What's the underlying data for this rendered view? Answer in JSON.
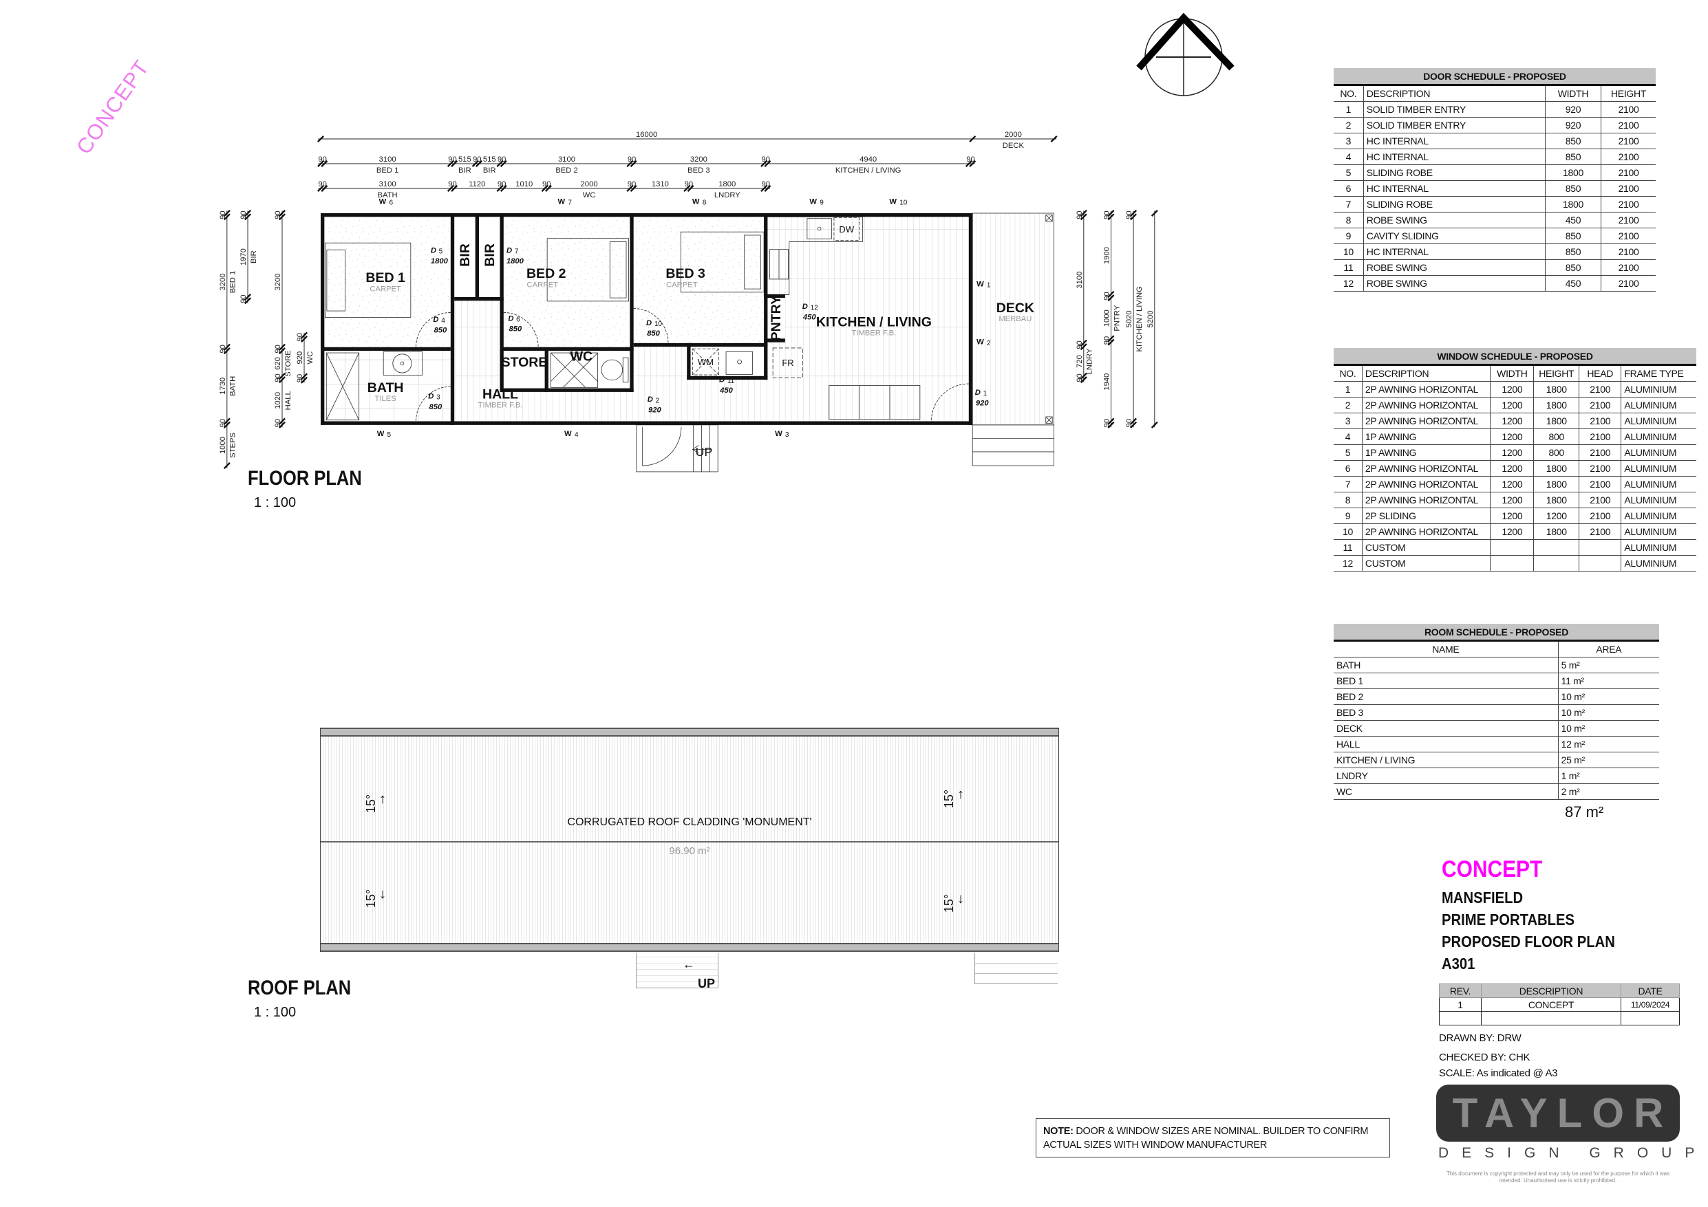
{
  "watermark": "CONCEPT",
  "floor_plan": {
    "title": "FLOOR PLAN",
    "scale": "1 : 100",
    "rooms": {
      "bed1": {
        "name": "BED 1",
        "finish": "CARPET"
      },
      "bir_a": {
        "name": "BIR"
      },
      "bir_b": {
        "name": "BIR"
      },
      "bed2": {
        "name": "BED 2",
        "finish": "CARPET"
      },
      "bed3": {
        "name": "BED 3",
        "finish": "CARPET"
      },
      "pantry": {
        "name": "PNTRY"
      },
      "kitchen": {
        "name": "KITCHEN / LIVING",
        "finish": "TIMBER F.B."
      },
      "deck": {
        "name": "DECK",
        "finish": "MERBAU"
      },
      "bath": {
        "name": "BATH",
        "finish": "TILES"
      },
      "hall": {
        "name": "HALL",
        "finish": "TIMBER F.B."
      },
      "store": {
        "name": "STORE"
      },
      "wc": {
        "name": "WC"
      }
    },
    "fixtures": {
      "dishwasher": "DW",
      "washing_machine": "WM",
      "fridge": "FR",
      "steps_up": "UP"
    },
    "windows": [
      {
        "tag": "W",
        "num": "1"
      },
      {
        "tag": "W",
        "num": "2"
      },
      {
        "tag": "W",
        "num": "3"
      },
      {
        "tag": "W",
        "num": "4"
      },
      {
        "tag": "W",
        "num": "5"
      },
      {
        "tag": "W",
        "num": "6"
      },
      {
        "tag": "W",
        "num": "7"
      },
      {
        "tag": "W",
        "num": "8"
      },
      {
        "tag": "W",
        "num": "9"
      },
      {
        "tag": "W",
        "num": "10"
      }
    ],
    "doors": [
      {
        "tag": "D",
        "num": "1",
        "width": "920"
      },
      {
        "tag": "D",
        "num": "2",
        "width": "920"
      },
      {
        "tag": "D",
        "num": "3",
        "width": "850"
      },
      {
        "tag": "D",
        "num": "4",
        "width": "850"
      },
      {
        "tag": "D",
        "num": "5",
        "width": "1800"
      },
      {
        "tag": "D",
        "num": "6",
        "width": "850"
      },
      {
        "tag": "D",
        "num": "7",
        "width": "1800"
      },
      {
        "tag": "D",
        "num": "10",
        "width": "850"
      },
      {
        "tag": "D",
        "num": "11",
        "width": "450"
      },
      {
        "tag": "D",
        "num": "12",
        "width": "450"
      }
    ],
    "dimensions": {
      "horizontal": [
        {
          "segments": [
            {
              "value": 16000,
              "label": ""
            },
            {
              "value": 2000,
              "label": "DECK"
            }
          ]
        },
        {
          "segments": [
            {
              "value": 90,
              "label": ""
            },
            {
              "value": 3100,
              "label": "BED 1"
            },
            {
              "value": 90,
              "label": ""
            },
            {
              "value": 515,
              "label": "BIR"
            },
            {
              "value": 90,
              "label": ""
            },
            {
              "value": 515,
              "label": "BIR"
            },
            {
              "value": 90,
              "label": ""
            },
            {
              "value": 3100,
              "label": "BED 2"
            },
            {
              "value": 90,
              "label": ""
            },
            {
              "value": 3200,
              "label": "BED 3"
            },
            {
              "value": 90,
              "label": ""
            },
            {
              "value": 4940,
              "label": "KITCHEN / LIVING"
            },
            {
              "value": 90,
              "label": ""
            }
          ]
        },
        {
          "segments": [
            {
              "value": 90,
              "label": ""
            },
            {
              "value": 3100,
              "label": "BATH"
            },
            {
              "value": 90,
              "label": ""
            },
            {
              "value": 1120,
              "label": ""
            },
            {
              "value": 90,
              "label": ""
            },
            {
              "value": 1010,
              "label": ""
            },
            {
              "value": 90,
              "label": ""
            },
            {
              "value": 2000,
              "label": "WC"
            },
            {
              "value": 90,
              "label": ""
            },
            {
              "value": 1310,
              "label": ""
            },
            {
              "value": 90,
              "label": ""
            },
            {
              "value": 1800,
              "label": "LNDRY"
            },
            {
              "value": 90,
              "label": ""
            }
          ]
        }
      ],
      "vertical": [
        {
          "segments": [
            {
              "value": 90,
              "label": ""
            },
            {
              "value": 3200,
              "label": "BED 1"
            },
            {
              "value": 90,
              "label": ""
            },
            {
              "value": 1730,
              "label": "BATH"
            },
            {
              "value": 90,
              "label": ""
            },
            {
              "value": 1000,
              "label": "STEPS"
            }
          ]
        },
        {
          "segments": [
            {
              "value": 90,
              "label": ""
            },
            {
              "value": 1970,
              "label": "BIR"
            },
            {
              "value": 90,
              "label": ""
            }
          ]
        },
        {
          "segments": [
            {
              "value": 90,
              "label": ""
            },
            {
              "value": 3200,
              "label": ""
            },
            {
              "value": 90,
              "label": ""
            },
            {
              "value": 620,
              "label": "STORE"
            },
            {
              "value": 90,
              "label": ""
            },
            {
              "value": 1020,
              "label": "HALL"
            },
            {
              "value": 90,
              "label": ""
            }
          ]
        },
        {
          "segments": [
            {
              "value": 90,
              "label": ""
            },
            {
              "value": 920,
              "label": "WC"
            },
            {
              "value": 90,
              "label": ""
            }
          ]
        },
        {
          "segments": [
            {
              "value": 90,
              "label": ""
            },
            {
              "value": 3100,
              "label": ""
            },
            {
              "value": 90,
              "label": ""
            },
            {
              "value": 720,
              "label": "LNDRY"
            },
            {
              "value": 90,
              "label": ""
            }
          ]
        },
        {
          "segments": [
            {
              "value": 90,
              "label": ""
            },
            {
              "value": 1900,
              "label": ""
            },
            {
              "value": 90,
              "label": ""
            },
            {
              "value": 1000,
              "label": "PNTRY"
            },
            {
              "value": 90,
              "label": ""
            },
            {
              "value": 1940,
              "label": ""
            },
            {
              "value": 90,
              "label": ""
            }
          ]
        },
        {
          "segments": [
            {
              "value": 90,
              "label": ""
            },
            {
              "value": 5020,
              "label": "KITCHEN / LIVING"
            },
            {
              "value": 90,
              "label": ""
            }
          ]
        },
        {
          "segments": [
            {
              "value": 5200,
              "label": ""
            }
          ]
        }
      ]
    }
  },
  "roof_plan": {
    "title": "ROOF PLAN",
    "scale": "1 : 100",
    "cladding": "CORRUGATED ROOF CLADDING 'MONUMENT'",
    "area": "96.90 m²",
    "pitch": "15°",
    "steps_up": "UP"
  },
  "door_schedule": {
    "title": "DOOR SCHEDULE - PROPOSED",
    "headers": [
      "NO.",
      "DESCRIPTION",
      "WIDTH",
      "HEIGHT"
    ],
    "rows": [
      [
        "1",
        "SOLID TIMBER ENTRY",
        "920",
        "2100"
      ],
      [
        "2",
        "SOLID TIMBER ENTRY",
        "920",
        "2100"
      ],
      [
        "3",
        "HC INTERNAL",
        "850",
        "2100"
      ],
      [
        "4",
        "HC INTERNAL",
        "850",
        "2100"
      ],
      [
        "5",
        "SLIDING ROBE",
        "1800",
        "2100"
      ],
      [
        "6",
        "HC INTERNAL",
        "850",
        "2100"
      ],
      [
        "7",
        "SLIDING ROBE",
        "1800",
        "2100"
      ],
      [
        "8",
        "ROBE SWING",
        "450",
        "2100"
      ],
      [
        "9",
        "CAVITY SLIDING",
        "850",
        "2100"
      ],
      [
        "10",
        "HC INTERNAL",
        "850",
        "2100"
      ],
      [
        "11",
        "ROBE SWING",
        "850",
        "2100"
      ],
      [
        "12",
        "ROBE SWING",
        "450",
        "2100"
      ]
    ]
  },
  "window_schedule": {
    "title": "WINDOW SCHEDULE - PROPOSED",
    "headers": [
      "NO.",
      "DESCRIPTION",
      "WIDTH",
      "HEIGHT",
      "HEAD",
      "FRAME TYPE"
    ],
    "rows": [
      [
        "1",
        "2P AWNING HORIZONTAL",
        "1200",
        "1800",
        "2100",
        "ALUMINIUM"
      ],
      [
        "2",
        "2P AWNING HORIZONTAL",
        "1200",
        "1800",
        "2100",
        "ALUMINIUM"
      ],
      [
        "3",
        "2P AWNING HORIZONTAL",
        "1200",
        "1800",
        "2100",
        "ALUMINIUM"
      ],
      [
        "4",
        "1P AWNING",
        "1200",
        "800",
        "2100",
        "ALUMINIUM"
      ],
      [
        "5",
        "1P AWNING",
        "1200",
        "800",
        "2100",
        "ALUMINIUM"
      ],
      [
        "6",
        "2P AWNING HORIZONTAL",
        "1200",
        "1800",
        "2100",
        "ALUMINIUM"
      ],
      [
        "7",
        "2P AWNING HORIZONTAL",
        "1200",
        "1800",
        "2100",
        "ALUMINIUM"
      ],
      [
        "8",
        "2P AWNING HORIZONTAL",
        "1200",
        "1800",
        "2100",
        "ALUMINIUM"
      ],
      [
        "9",
        "2P SLIDING",
        "1200",
        "1200",
        "2100",
        "ALUMINIUM"
      ],
      [
        "10",
        "2P AWNING HORIZONTAL",
        "1200",
        "1800",
        "2100",
        "ALUMINIUM"
      ],
      [
        "11",
        "CUSTOM",
        "",
        "",
        "",
        "ALUMINIUM"
      ],
      [
        "12",
        "CUSTOM",
        "",
        "",
        "",
        "ALUMINIUM"
      ]
    ]
  },
  "room_schedule": {
    "title": "ROOM SCHEDULE - PROPOSED",
    "headers": [
      "NAME",
      "AREA"
    ],
    "rows": [
      [
        "BATH",
        "5 m²"
      ],
      [
        "BED 1",
        "11 m²"
      ],
      [
        "BED 2",
        "10 m²"
      ],
      [
        "BED 3",
        "10 m²"
      ],
      [
        "DECK",
        "10 m²"
      ],
      [
        "HALL",
        "12 m²"
      ],
      [
        "KITCHEN / LIVING",
        "25 m²"
      ],
      [
        "LNDRY",
        "1 m²"
      ],
      [
        "WC",
        "2 m²"
      ]
    ],
    "total": "87 m²"
  },
  "title_block": {
    "status": "CONCEPT",
    "project": "MANSFIELD",
    "client": "PRIME PORTABLES",
    "sheet_title": "PROPOSED FLOOR PLAN",
    "sheet_number": "A301",
    "revisions": {
      "headers": [
        "REV.",
        "DESCRIPTION",
        "DATE"
      ],
      "rows": [
        [
          "1",
          "CONCEPT",
          "11/09/2024"
        ]
      ]
    },
    "drawn_by": "DRAWN BY: DRW",
    "checked_by": "CHECKED BY: CHK",
    "scale": "SCALE: As indicated @ A3",
    "logo_text": "TAYLOR",
    "logo_subtext": "DESIGN GROUP",
    "copyright": "This document is copyright protected and may only be used for the purpose for which it was intended. Unauthorised use is strictly prohibited."
  },
  "note": {
    "label": "NOTE:",
    "text": " DOOR & WINDOW SIZES ARE NOMINAL. BUILDER TO CONFIRM ACTUAL SIZES WITH WINDOW MANUFACTURER"
  },
  "colors": {
    "concept": "#ff00ff",
    "watermark": "#f07cf0",
    "schedule_header": "#c4c4c4",
    "logo_bg": "#333333",
    "logo_text": "#8a8a8a"
  }
}
